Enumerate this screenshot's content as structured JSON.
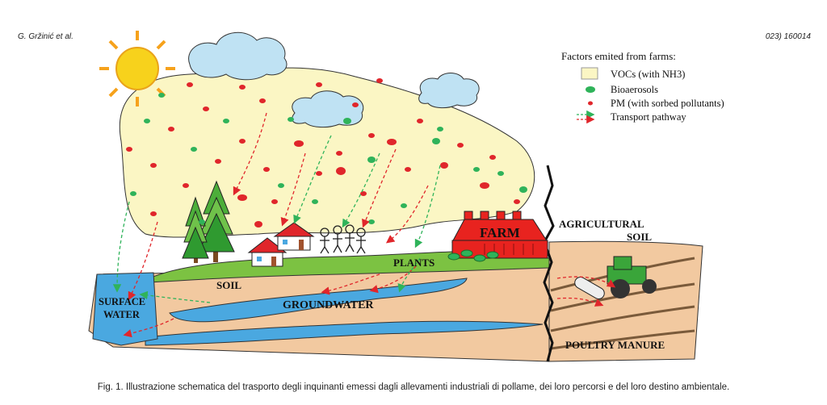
{
  "header": {
    "left": "G. Gržinić et al.",
    "right": "023) 160014"
  },
  "legend": {
    "title": "Factors emited from farms:",
    "items": [
      {
        "label": "VOCs (with NH3)",
        "color": "#fbf6c4"
      },
      {
        "label": "Bioaerosols",
        "color": "#2fb35a"
      },
      {
        "label": "PM (with sorbed pollutants)",
        "color": "#e0262b"
      },
      {
        "label": "Transport pathway",
        "color": "#e0262b"
      }
    ]
  },
  "labels": {
    "farm": "FARM",
    "plants": "PLANTS",
    "soil": "SOIL",
    "groundwater": "GROUNDWATER",
    "surface_water_1": "SURFACE",
    "surface_water_2": "WATER",
    "agricultural_1": "AGRICULTURAL",
    "agricultural_2": "SOIL",
    "poultry_manure": "POULTRY MANURE"
  },
  "caption": "Fig. 1. Illustrazione schematica del trasporto degli inquinanti emessi dagli allevamenti industriali di pollame, dei loro percorsi e del loro destino ambientale.",
  "colors": {
    "voc_cloud": "#fbf6c4",
    "pm": "#e0262b",
    "bioaerosol": "#2fb35a",
    "water": "#4aa8e0",
    "soil": "#f2c9a0",
    "grass": "#7cc242",
    "farm": "#e8231f",
    "sun": "#f7d21c"
  }
}
